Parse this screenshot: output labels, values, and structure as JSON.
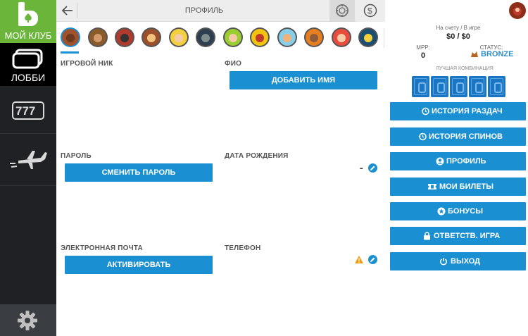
{
  "sidebar": {
    "club_label": "МОЙ КЛУБ",
    "lobby_label": "ЛОББИ"
  },
  "header": {
    "title": "ПРОФИЛЬ"
  },
  "form": {
    "nickname_label": "ИГРОВОЙ НИК",
    "fio_label": "ФИО",
    "add_name_button": "ДОБАВИТЬ ИМЯ",
    "password_label": "ПАРОЛЬ",
    "change_password_button": "СМЕНИТЬ ПАРОЛЬ",
    "birthdate_label": "ДАТА РОЖДЕНИЯ",
    "birthdate_value": "-",
    "email_label": "ЭЛЕКТРОННАЯ ПОЧТА",
    "activate_button": "АКТИВИРОВАТЬ",
    "phone_label": "ТЕЛЕФОН"
  },
  "account": {
    "balance_label": "На счету / В игре",
    "balance_value": "$0 / $0",
    "mpr_label": "МРР:",
    "mpr_value": "0",
    "status_label": "СТАТУС:",
    "status_value": "BRONZE",
    "best_combo_label": "ЛУЧШАЯ КОМБИНАЦИЯ"
  },
  "menu": [
    {
      "label": "ИСТОРИЯ РАЗДАЧ",
      "icon": "history-icon"
    },
    {
      "label": "ИСТОРИЯ СПИНОВ",
      "icon": "history-icon"
    },
    {
      "label": "ПРОФИЛЬ",
      "icon": "user-icon"
    },
    {
      "label": "МОИ БИЛЕТЫ",
      "icon": "ticket-icon"
    },
    {
      "label": "БОНУСЫ",
      "icon": "star-icon"
    },
    {
      "label": "ОТВЕТСТВ. ИГРА",
      "icon": "lock-icon"
    },
    {
      "label": "ВЫХОД",
      "icon": "power-icon"
    }
  ],
  "colors": {
    "accent": "#1a90d2",
    "club_green": "#6ab53a",
    "sidebar_bg": "#1f2124",
    "status_blue": "#2a8fc7",
    "warning": "#f39c12"
  }
}
